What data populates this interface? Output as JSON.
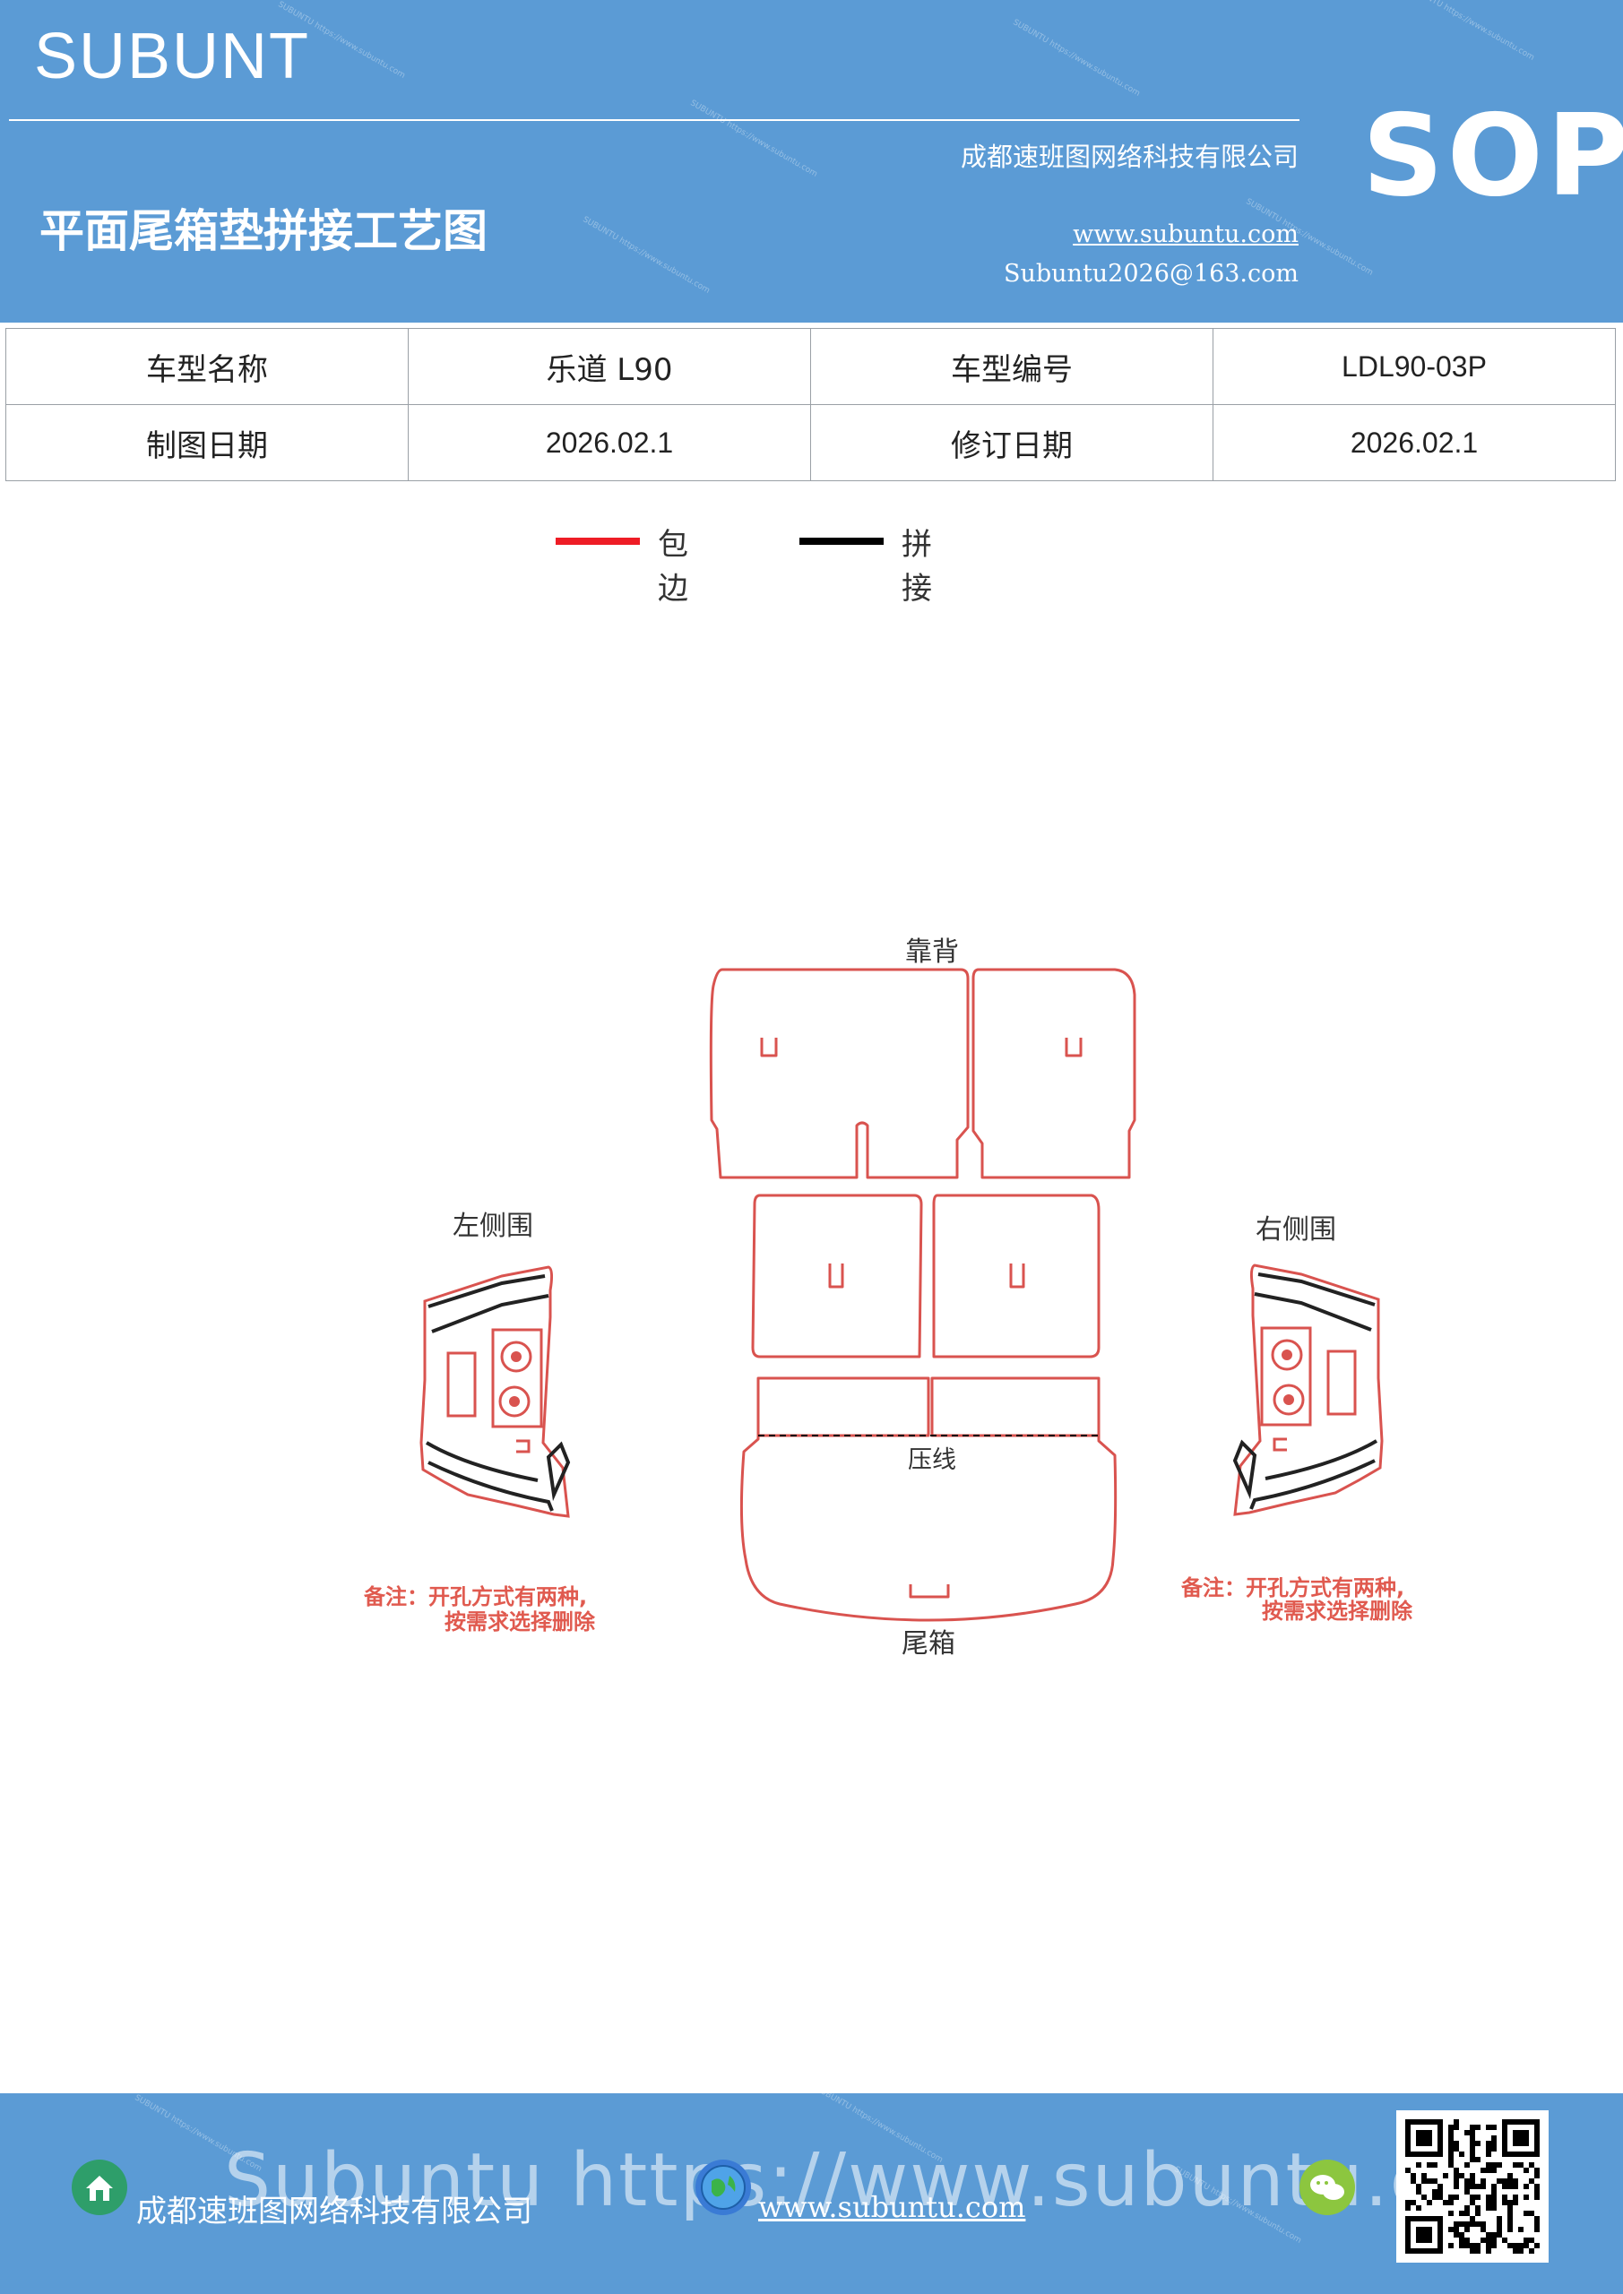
{
  "header": {
    "brand": "SUBUNT",
    "title": "平面尾箱垫拼接工艺图",
    "company": "成都速班图网络科技有限公司",
    "website": "www.subuntu.com",
    "email": "Subuntu2026@163.com",
    "sop": "SOP",
    "bg_color": "#5b9bd5"
  },
  "info_table": [
    [
      "车型名称",
      "乐道 L90",
      "车型编号",
      "LDL90-03P"
    ],
    [
      "制图日期",
      "2026.02.1",
      "修订日期",
      "2026.02.1"
    ]
  ],
  "legend": [
    {
      "label": "包边",
      "color": "#ee1c25"
    },
    {
      "label": "拼接",
      "color": "#000000"
    }
  ],
  "diagram": {
    "label_back": "靠背",
    "label_left": "左侧围",
    "label_right": "右侧围",
    "label_crease": "压线",
    "label_trunk": "尾箱",
    "note_left_1": "备注：开孔方式有两种,",
    "note_left_2": "按需求选择删除",
    "note_right_1": "备注：开孔方式有两种,",
    "note_right_2": "按需求选择删除",
    "edge_color": "#d9534f",
    "note_color": "#e05a4f"
  },
  "footer": {
    "company": "成都速班图网络科技有限公司",
    "website": "www.subuntu.com",
    "watermark": "Subuntu https://www.subuntu.com",
    "icons": [
      "home-icon",
      "globe-icon",
      "wechat-icon",
      "qr-code"
    ]
  }
}
